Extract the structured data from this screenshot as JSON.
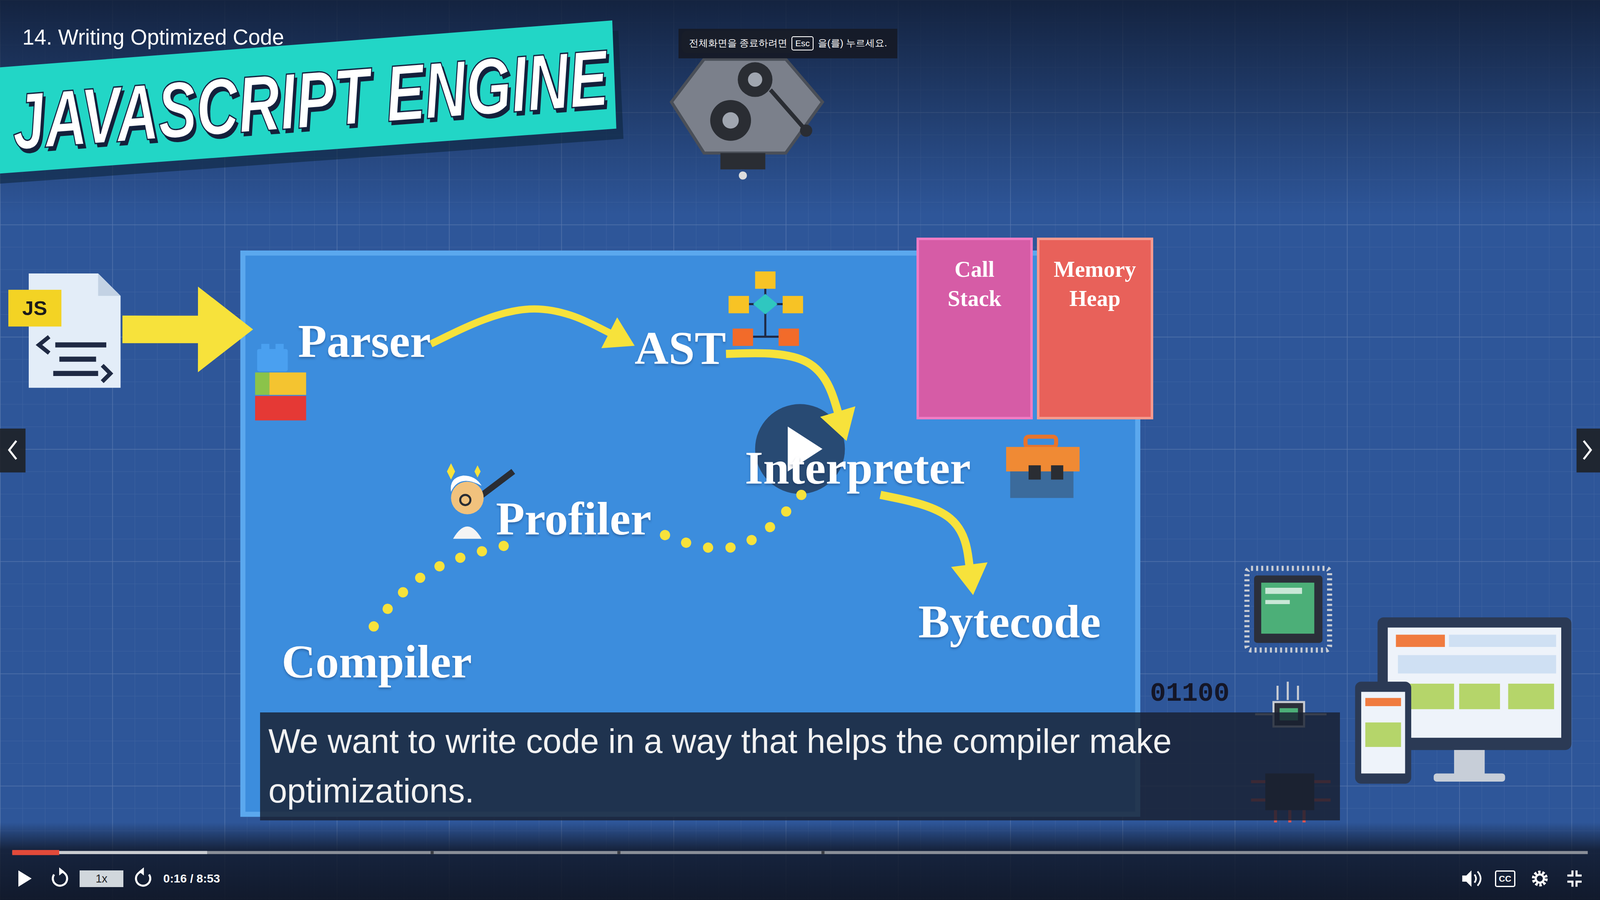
{
  "diagram": {
    "title": "JAVASCRIPT ENGINE",
    "nodes": [
      {
        "text": [
          "JS"
        ]
      },
      {
        "text": [
          "Parser"
        ]
      },
      {
        "text": [
          "AST"
        ]
      },
      {
        "text": [
          "Call Stack"
        ]
      },
      {
        "text": [
          "Memory Heap"
        ]
      },
      {
        "text": [
          "Interpreter"
        ]
      },
      {
        "text": [
          "Profiler"
        ]
      },
      {
        "text": [
          "Bytecode"
        ]
      },
      {
        "text": [
          "Compiler"
        ]
      }
    ],
    "edges": [
      {
        "from": 0,
        "to": 1,
        "arrow": "to"
      },
      {
        "from": 1,
        "to": 2,
        "arrow": "to"
      },
      {
        "from": 2,
        "to": 5,
        "arrow": "to"
      },
      {
        "from": 5,
        "to": 7,
        "arrow": "to"
      },
      {
        "from": 5,
        "to": 6,
        "arrow": "none"
      },
      {
        "from": 6,
        "to": 8,
        "arrow": "none"
      }
    ],
    "labels": [
      "14. Writing Optimized Code",
      "전체화면을 종료하려면",
      "Esc",
      "을(를) 누르세요.",
      "We want to write code in a way that helps the compiler make optimizations.",
      "01100",
      "1x",
      "0:16 / 8:53",
      "CC"
    ]
  }
}
